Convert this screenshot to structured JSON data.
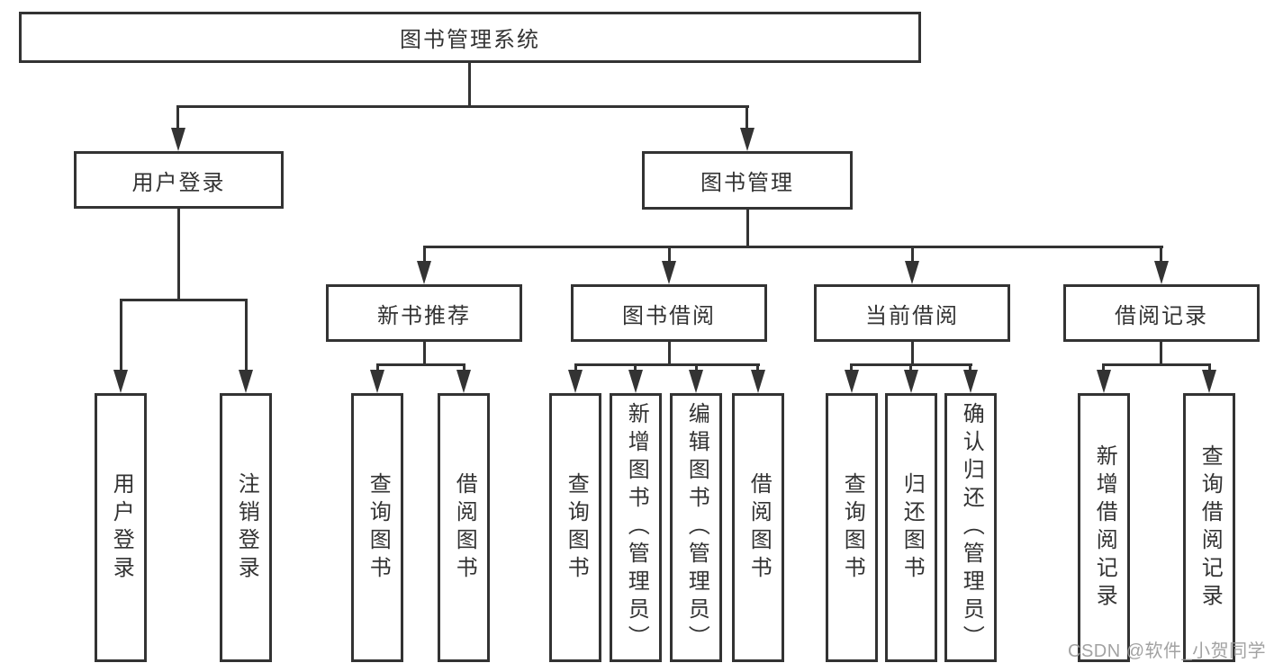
{
  "diagram_title": "图书管理系统",
  "watermark": "CSDN @软件_小贺同学",
  "colors": {
    "line": "#333333",
    "text": "#333333",
    "background": "#ffffff",
    "watermark": "#9b9b9b"
  },
  "tree": {
    "root": {
      "label": "图书管理系统"
    },
    "branches": [
      {
        "label": "用户登录",
        "leaves": [
          {
            "label": "用户登录"
          },
          {
            "label": "注销登录"
          }
        ]
      },
      {
        "label": "图书管理",
        "sections": [
          {
            "label": "新书推荐",
            "leaves": [
              {
                "label": "查询图书"
              },
              {
                "label": "借阅图书"
              }
            ]
          },
          {
            "label": "图书借阅",
            "leaves": [
              {
                "label": "查询图书"
              },
              {
                "label": "新增图书（管理员）"
              },
              {
                "label": "编辑图书（管理员）"
              },
              {
                "label": "借阅图书"
              }
            ]
          },
          {
            "label": "当前借阅",
            "leaves": [
              {
                "label": "查询图书"
              },
              {
                "label": "归还图书"
              },
              {
                "label": "确认归还（管理员）"
              }
            ]
          },
          {
            "label": "借阅记录",
            "leaves": [
              {
                "label": "新增借阅记录"
              },
              {
                "label": "查询借阅记录"
              }
            ]
          }
        ]
      }
    ]
  }
}
